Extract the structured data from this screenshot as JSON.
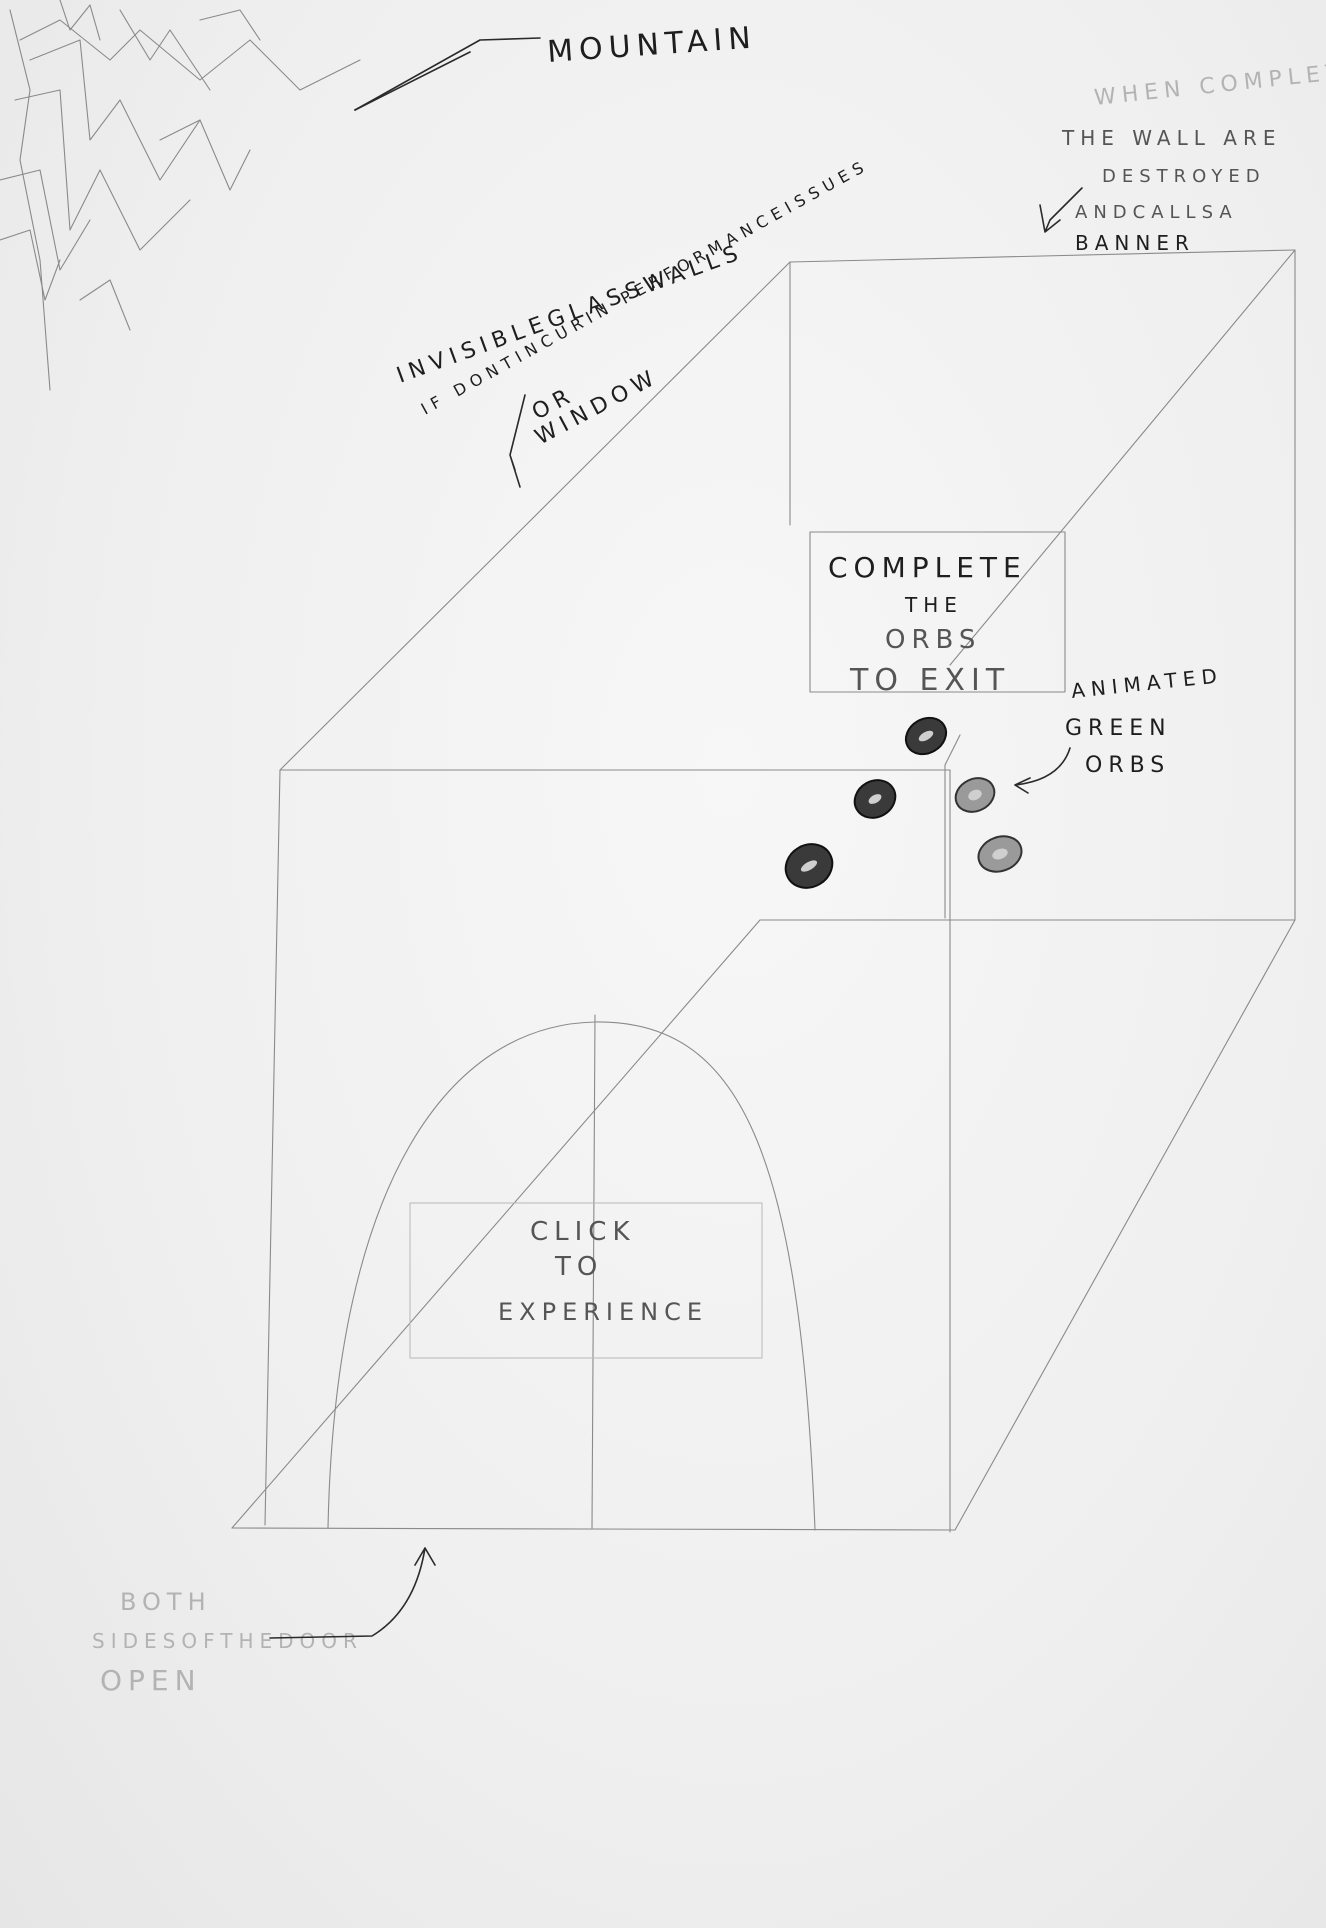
{
  "annotations": {
    "mountain": "MOUNTAIN",
    "invisible_walls_line1": "INVISIBLEGLASSWALLS",
    "invisible_walls_line2": "IF DONTINCURIN PERFORMANCEISSUES",
    "invisible_walls_line3": "OR",
    "invisible_walls_line4": "WINDOW",
    "when_complete_line1": "WHEN COMPLETE",
    "when_complete_line2": "THE WALL ARE",
    "when_complete_line3": "DESTROYED",
    "when_complete_line4": "ANDCALLSA",
    "when_complete_line5": "BANNER",
    "complete_line1": "COMPLETE",
    "complete_line2": "THE",
    "complete_line3": "ORBS",
    "complete_line4": "TO EXIT",
    "orbs_line1": "ANIMATED",
    "orbs_line2": "GREEN",
    "orbs_line3": "ORBS",
    "click_line1": "CLICK",
    "click_line2": "TO",
    "click_line3": "EXPERIENCE",
    "door_line1": "BOTH",
    "door_line2": "SIDESOFTHEDOOR",
    "door_line3": "OPEN"
  }
}
